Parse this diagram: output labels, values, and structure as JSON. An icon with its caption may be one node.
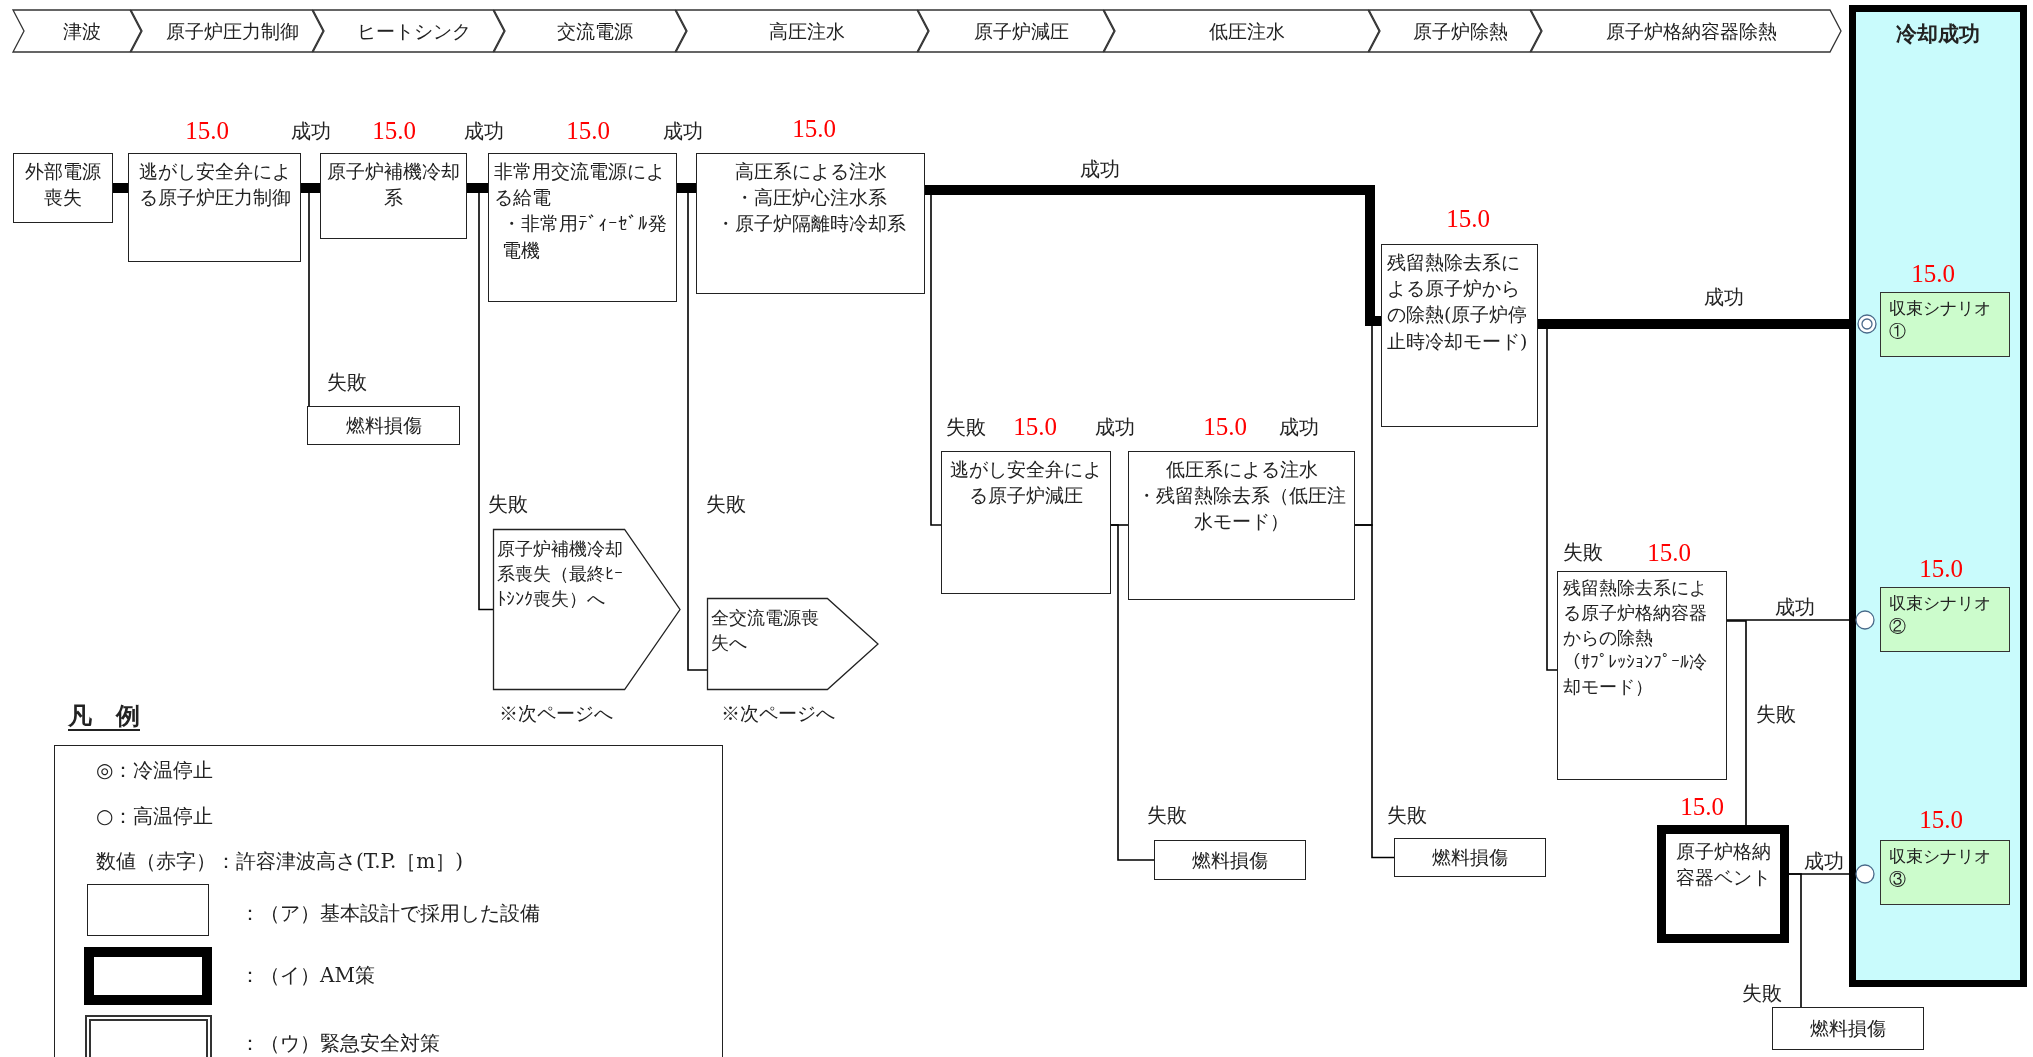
{
  "diagram": {
    "nodes": [
      {
        "text": [
          "津波"
        ]
      },
      {
        "text": [
          "原子炉圧力制御"
        ]
      },
      {
        "text": [
          "ヒートシンク"
        ]
      },
      {
        "text": [
          "交流電源"
        ]
      },
      {
        "text": [
          "高圧注水"
        ]
      },
      {
        "text": [
          "原子炉減圧"
        ]
      },
      {
        "text": [
          "低圧注水"
        ]
      },
      {
        "text": [
          "原子炉除熱"
        ]
      },
      {
        "text": [
          "原子炉格納容器除熱"
        ]
      },
      {
        "text": [
          "冷却成功"
        ]
      },
      {
        "text": [
          "外部電源喪失"
        ]
      },
      {
        "text": [
          "逃がし安全弁による原子炉圧力制御"
        ],
        "beside": [
          "15.0"
        ]
      },
      {
        "text": [
          "原子炉補機冷却系"
        ],
        "beside": [
          "15.0"
        ]
      },
      {
        "text": [
          "非常用交流電源による給電",
          "・非常用ﾃﾞｨｰｾﾞﾙ発電機"
        ],
        "beside": [
          "15.0"
        ]
      },
      {
        "text": [
          "高圧系による注水",
          "・高圧炉心注水系",
          "・原子炉隔離時冷却系"
        ],
        "beside": [
          "15.0"
        ]
      },
      {
        "text": [
          "残留熱除去系による原子炉からの除熱(原子炉停止時冷却モード)"
        ],
        "beside": [
          "15.0"
        ]
      },
      {
        "text": [
          "燃料損傷"
        ]
      },
      {
        "text": [
          "原子炉補機冷却系喪失（最終ﾋｰﾄｼﾝｸ喪失）へ"
        ],
        "beside": [
          "※次ページへ"
        ]
      },
      {
        "text": [
          "全交流電源喪失へ"
        ],
        "beside": [
          "※次ページへ"
        ]
      },
      {
        "text": [
          "逃がし安全弁による原子炉減圧"
        ],
        "beside": [
          "15.0"
        ]
      },
      {
        "text": [
          "低圧系による注水",
          "・残留熱除去系（低圧注水モード）"
        ],
        "beside": [
          "15.0"
        ]
      },
      {
        "text": [
          "残留熱除去系による原子炉格納容器からの除熱",
          "（ｻﾌﾟﾚｯｼｮﾝﾌﾟｰﾙ冷却モード）"
        ],
        "beside": [
          "15.0"
        ]
      },
      {
        "text": [
          "原子炉格納容器ベント"
        ],
        "beside": [
          "15.0"
        ]
      },
      {
        "text": [
          "燃料損傷"
        ]
      },
      {
        "text": [
          "燃料損傷"
        ]
      },
      {
        "text": [
          "燃料損傷"
        ]
      },
      {
        "text": [],
        "shape": "circle",
        "in": 9
      },
      {
        "text": [],
        "shape": "circle",
        "in": 9
      },
      {
        "text": [],
        "shape": "circle",
        "in": 9
      },
      {
        "text": [
          "収束シナリオ①"
        ],
        "in": 9,
        "beside": [
          "15.0"
        ]
      },
      {
        "text": [
          "収束シナリオ②"
        ],
        "in": 9,
        "beside": [
          "15.0"
        ]
      },
      {
        "text": [
          "収束シナリオ③"
        ],
        "in": 9,
        "beside": [
          "15.0"
        ]
      }
    ],
    "edges": [
      {
        "from": 10,
        "to": 11,
        "arrow": "none",
        "style": "thick"
      },
      {
        "from": 11,
        "to": 12,
        "arrow": "none",
        "style": "thick",
        "label": "成功"
      },
      {
        "from": 11,
        "to": 16,
        "arrow": "none",
        "label": "失敗"
      },
      {
        "from": 12,
        "to": 13,
        "arrow": "none",
        "style": "thick",
        "label": "成功"
      },
      {
        "from": 12,
        "to": 17,
        "arrow": "none",
        "label": "失敗"
      },
      {
        "from": 13,
        "to": 14,
        "arrow": "none",
        "style": "thick",
        "label": "成功"
      },
      {
        "from": 13,
        "to": 18,
        "arrow": "none",
        "label": "失敗"
      },
      {
        "from": 14,
        "to": 15,
        "arrow": "none",
        "style": "thick",
        "label": "成功"
      },
      {
        "from": 14,
        "to": 19,
        "arrow": "none",
        "label": "失敗"
      },
      {
        "from": 19,
        "to": 20,
        "arrow": "none",
        "label": "成功"
      },
      {
        "from": 19,
        "to": 23,
        "arrow": "none",
        "label": "失敗"
      },
      {
        "from": 20,
        "to": 15,
        "arrow": "none",
        "label": "成功"
      },
      {
        "from": 20,
        "to": 24,
        "arrow": "none",
        "label": "失敗"
      },
      {
        "from": 15,
        "to": 26,
        "arrow": "none",
        "style": "thick",
        "label": "成功"
      },
      {
        "from": 15,
        "to": 21,
        "arrow": "none",
        "label": "失敗"
      },
      {
        "from": 21,
        "to": 27,
        "arrow": "none",
        "label": "成功"
      },
      {
        "from": 21,
        "to": 22,
        "arrow": "none",
        "label": "失敗"
      },
      {
        "from": 22,
        "to": 28,
        "arrow": "none",
        "label": "成功"
      },
      {
        "from": 22,
        "to": 25,
        "arrow": "none",
        "label": "失敗"
      }
    ],
    "labels": [
      "凡　例"
    ],
    "legend": [
      {
        "text": "◎：冷温停止"
      },
      {
        "text": "○：高温停止"
      },
      {
        "text": "数値（赤字）：許容津波高さ(T.P.［m］)"
      },
      {
        "text": "：（ア）基本設計で採用した設備"
      },
      {
        "text": "：（イ）AM策"
      },
      {
        "text": "：（ウ）緊急安全対策"
      }
    ]
  }
}
